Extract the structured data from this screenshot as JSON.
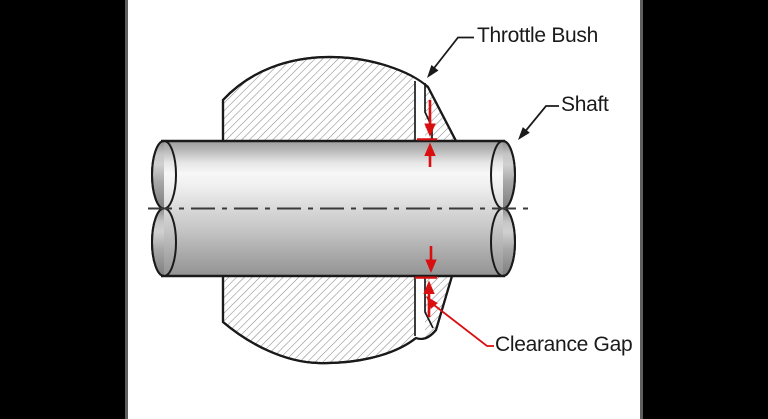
{
  "window": {
    "background": "#000000"
  },
  "panel": {
    "background": "#ffffff",
    "edge_color": "#5f5f5f"
  },
  "labels": {
    "throttle_bush": "Throttle Bush",
    "shaft": "Shaft",
    "clearance_gap": "Clearance Gap"
  },
  "colors": {
    "outline": "#1a1a1a",
    "annotation_red": "#d90f0f",
    "hatch_line": "#8a8a8a",
    "centerline": "#3a3a3a",
    "edge": "#5f5f5f",
    "window_bg": "#000000",
    "panel_bg": "#ffffff"
  }
}
